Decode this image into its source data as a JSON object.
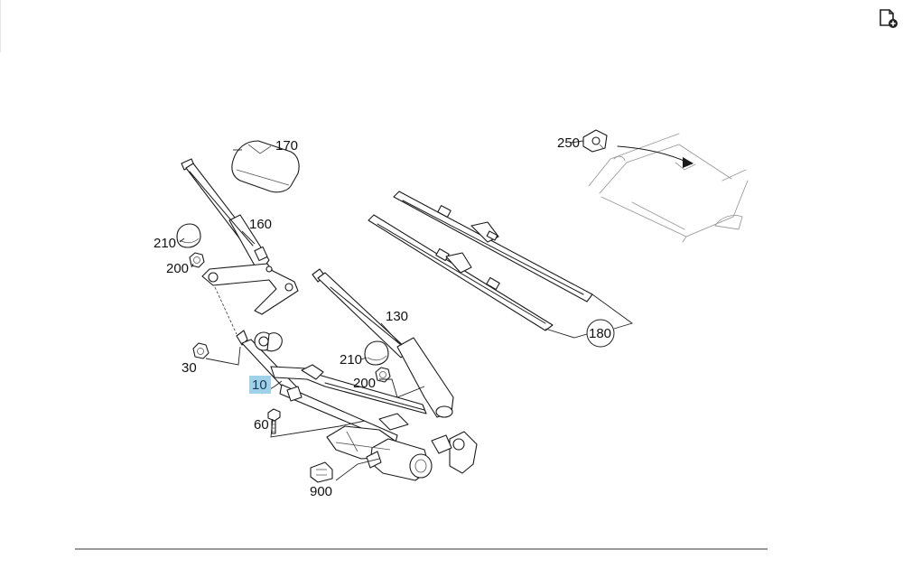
{
  "callouts": {
    "c170": "170",
    "c160": "160",
    "c210a": "210",
    "c200a": "200",
    "c130": "130",
    "c210b": "210",
    "c200b": "200",
    "c30": "30",
    "c10": "10",
    "c60": "60",
    "c900": "900",
    "c250": "250",
    "c180": "180"
  },
  "highlight": {
    "selected_callout": "10",
    "color": "#9fd1e8"
  },
  "toolbar": {
    "icon": "document-add-icon"
  }
}
